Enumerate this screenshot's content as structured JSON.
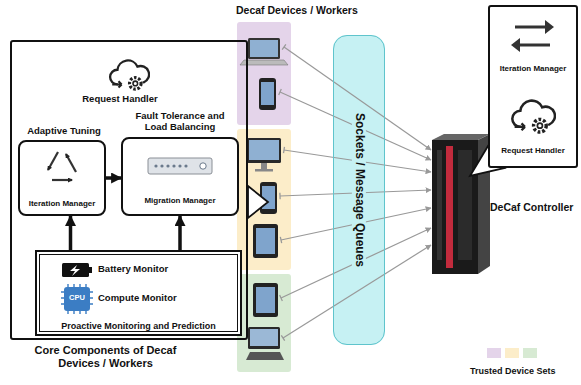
{
  "diagram": {
    "nodes": [
      {
        "text": [
          "Request Handler",
          "Core Components of Decaf Devices / Workers"
        ]
      },
      {
        "text": [
          "Adaptive Tuning",
          "Iteration Manager"
        ],
        "in": 0
      },
      {
        "text": [
          "Fault Tolerance and Load Balancing",
          "Migration Manager"
        ],
        "in": 0
      },
      {
        "text": [
          "Battery Monitor",
          "Compute Monitor",
          "Proactive Monitoring and Prediction"
        ],
        "in": 0
      },
      {
        "text": [
          "Sockets / Message Queues"
        ]
      },
      {
        "text": [
          "DeCaf Controller"
        ]
      },
      {
        "text": [
          "Iteration Manager",
          "Request Handler"
        ]
      }
    ],
    "edges": [
      {
        "from": 3,
        "to": 1,
        "arrow": "to"
      },
      {
        "from": 3,
        "to": 2,
        "arrow": "to"
      },
      {
        "from": 1,
        "to": 2,
        "arrow": "to"
      }
    ],
    "labels": [
      "Decaf Devices / Workers",
      "CPU"
    ],
    "legend": [
      {
        "text": "Trusted Device Sets",
        "color": "#e4d4ea"
      }
    ]
  }
}
